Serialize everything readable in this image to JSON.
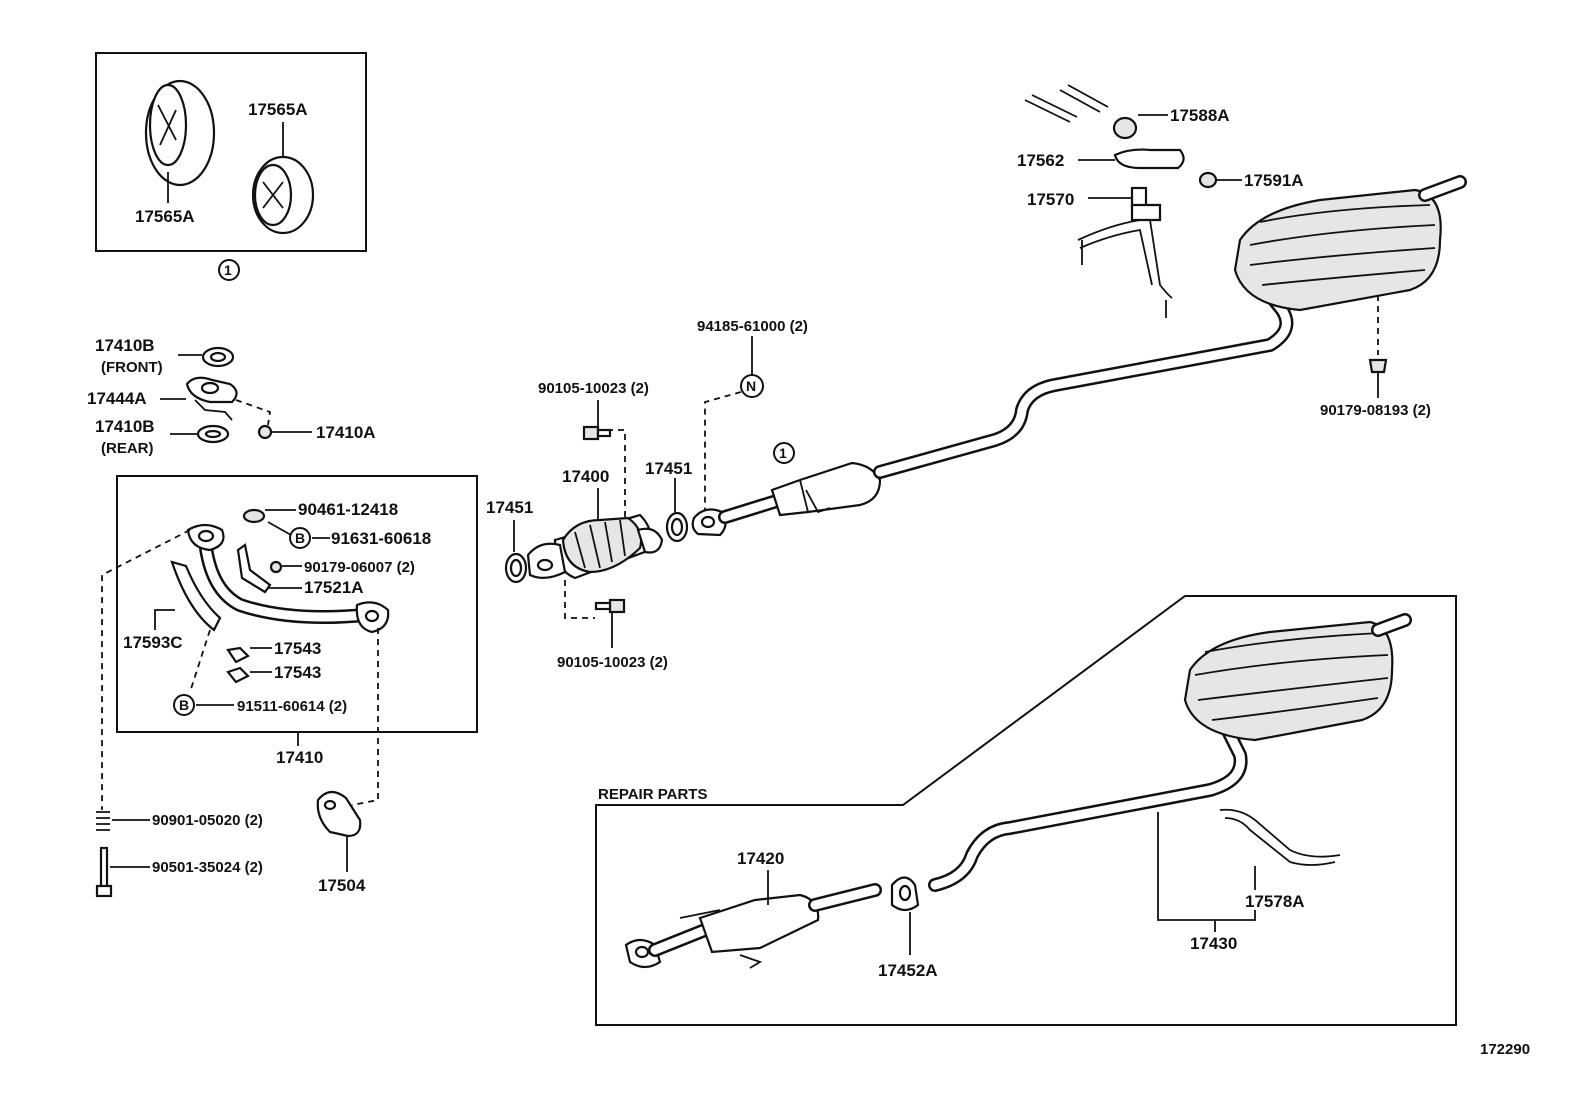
{
  "diagram_id": "172290",
  "section_heading": "REPAIR  PARTS",
  "callouts": {
    "c17565A_top": "17565A",
    "c17565A_bot": "17565A",
    "kit_ref": "1",
    "c17410B_front": "17410B",
    "front": "(FRONT)",
    "c17444A": "17444A",
    "c17410B_rear": "17410B",
    "rear": "(REAR)",
    "c17410A": "17410A",
    "c90461": "90461-12418",
    "c91631": "91631-60618",
    "c90179_06007": "90179-06007 (2)",
    "c17521A": "17521A",
    "c17593C": "17593C",
    "c17543_a": "17543",
    "c17543_b": "17543",
    "c91511": "91511-60614 (2)",
    "c17410": "17410",
    "c90901": "90901-05020 (2)",
    "c90501": "90501-35024 (2)",
    "c17504": "17504",
    "c90105_top": "90105-10023 (2)",
    "c90105_bot": "90105-10023 (2)",
    "c17400": "17400",
    "c17451_left": "17451",
    "c17451_right": "17451",
    "c94185": "94185-61000 (2)",
    "marker_n": "N",
    "marker_b": "B",
    "c17588A": "17588A",
    "c17562": "17562",
    "c17591A": "17591A",
    "c17570": "17570",
    "c90179_08193": "90179-08193 (2)",
    "c17420": "17420",
    "c17452A": "17452A",
    "c17578A": "17578A",
    "c17430": "17430"
  }
}
